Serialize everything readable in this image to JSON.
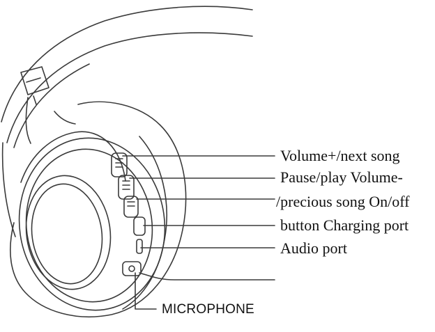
{
  "diagram": {
    "callouts": [
      "Volume+/next song",
      "Pause/play Volume-",
      "/precious song On/off",
      "button Charging port",
      "Audio port"
    ],
    "microphone_label": "MICROPHONE",
    "colors": {
      "line": "#333333",
      "ink": "#111111",
      "background": "#ffffff"
    }
  }
}
